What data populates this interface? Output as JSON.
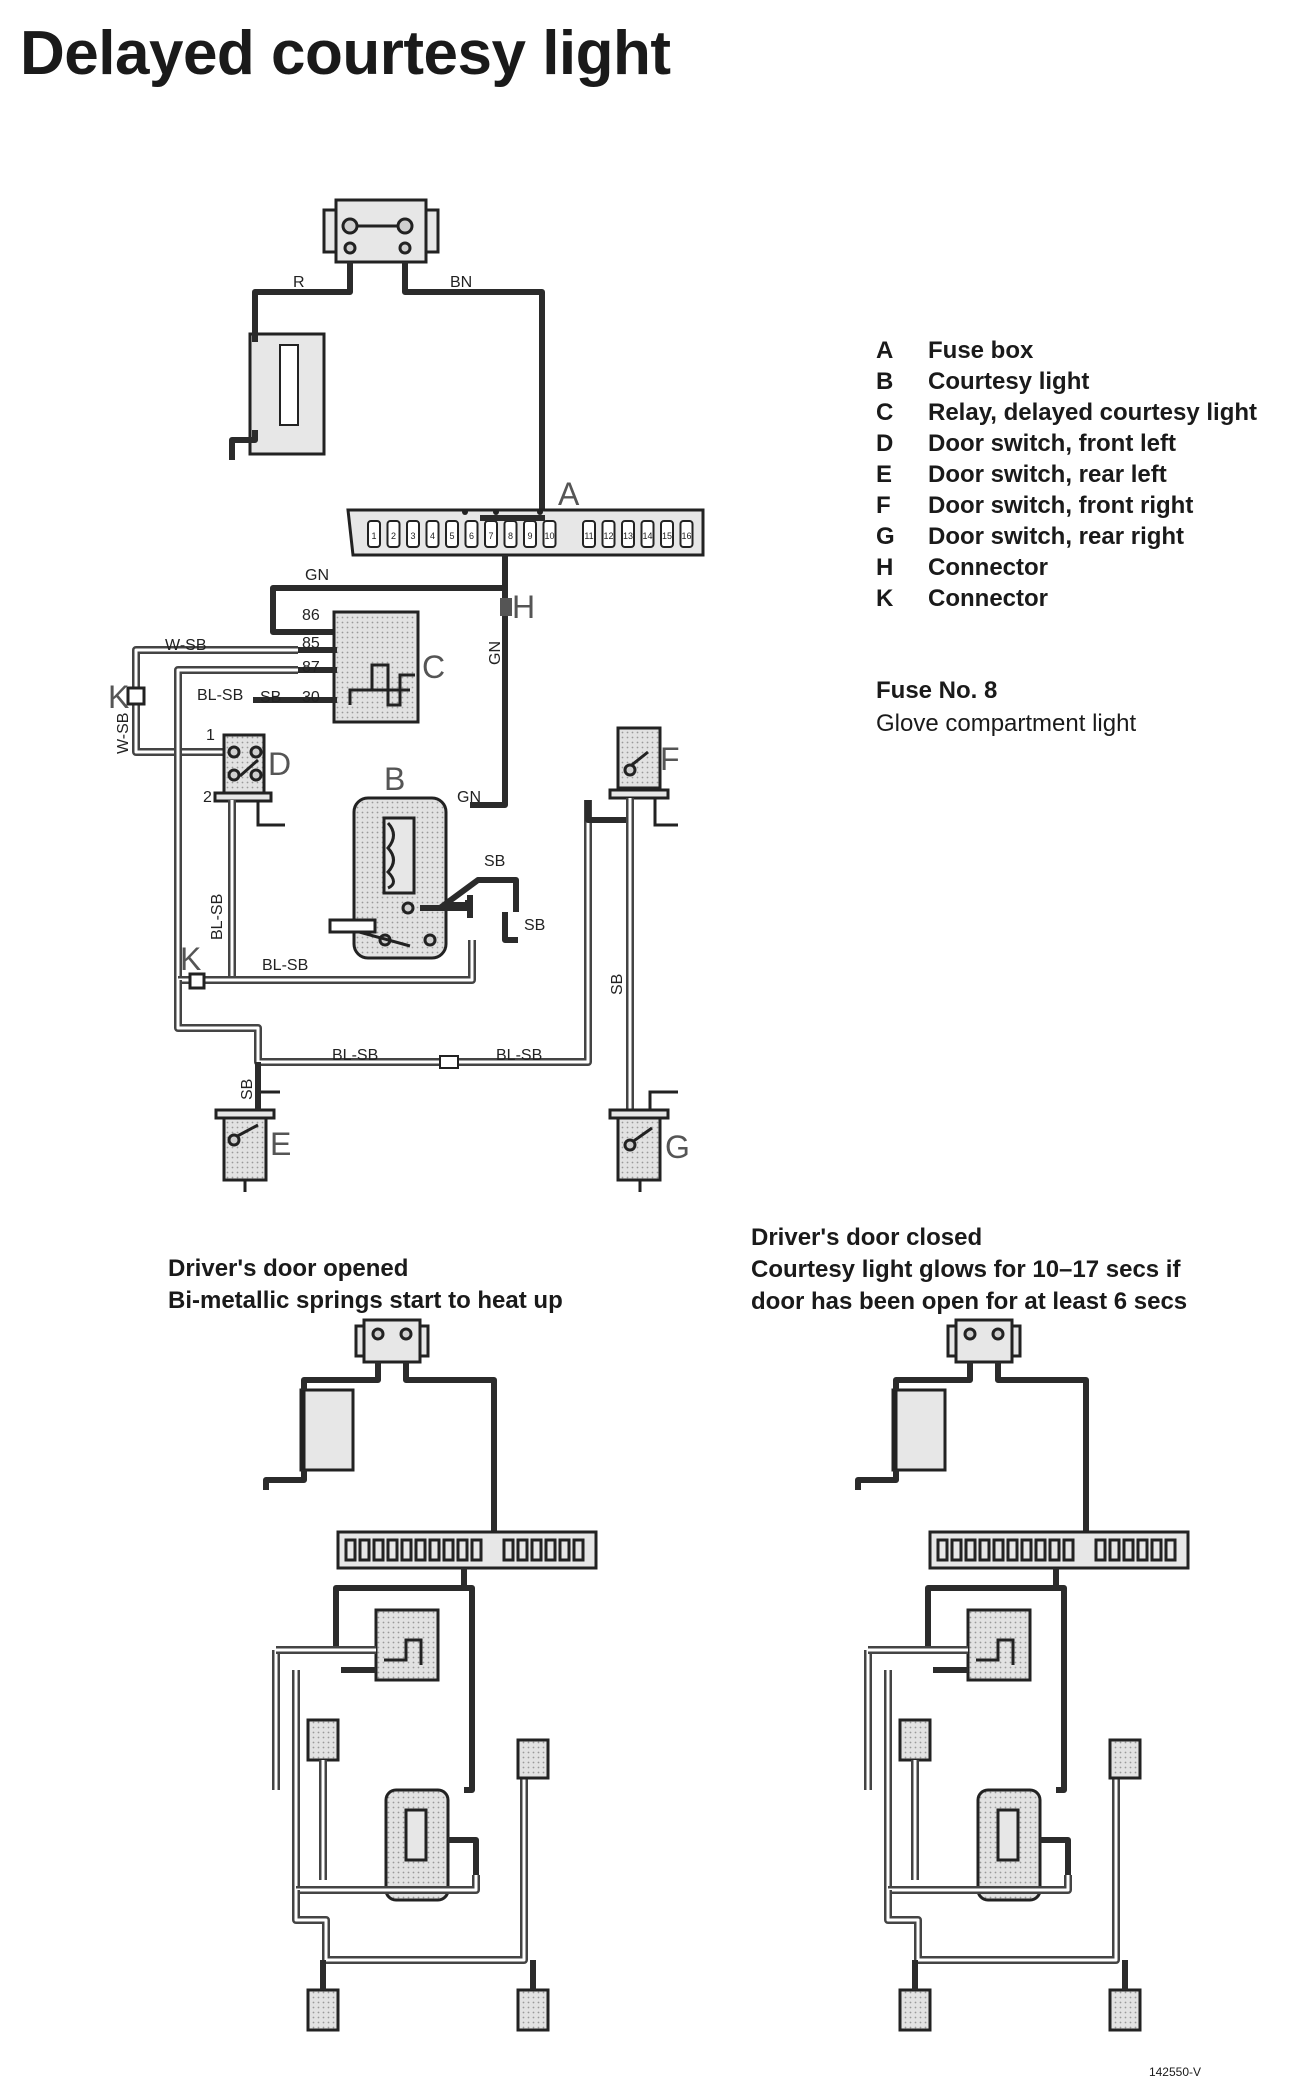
{
  "title": "Delayed courtesy light",
  "legend": [
    {
      "key": "A",
      "label": "Fuse box"
    },
    {
      "key": "B",
      "label": "Courtesy light"
    },
    {
      "key": "C",
      "label": "Relay, delayed courtesy light"
    },
    {
      "key": "D",
      "label": "Door switch, front left"
    },
    {
      "key": "E",
      "label": "Door switch, rear left"
    },
    {
      "key": "F",
      "label": "Door switch, front right"
    },
    {
      "key": "G",
      "label": "Door switch, rear right"
    },
    {
      "key": "H",
      "label": "Connector"
    },
    {
      "key": "K",
      "label": "Connector"
    }
  ],
  "fuse_note": {
    "line1": "Fuse No. 8",
    "line2": "Glove compartment light"
  },
  "captions": {
    "opened": {
      "line1": "Driver's door opened",
      "line2": "Bi-metallic springs start to heat up"
    },
    "closed": {
      "line1": "Driver's door closed",
      "line2": "Courtesy light glows for 10–17 secs if",
      "line3": "door has been open for at least 6 secs"
    }
  },
  "component_letters": {
    "A": "A",
    "B": "B",
    "C": "C",
    "D": "D",
    "E": "E",
    "F": "F",
    "G": "G",
    "H": "H",
    "K1": "K",
    "K2": "K"
  },
  "wire_labels": {
    "r": "R",
    "bn": "BN",
    "gn_top": "GN",
    "gn_right": "GN",
    "gn_lamp": "GN",
    "w_sb": "W-SB",
    "w_sb_vert": "W-SB",
    "bl_sb_relay": "BL-SB",
    "sb_relay": "SB",
    "bl_sb_vert": "BL-SB",
    "bl_sb_mid": "BL-SB",
    "bl_sb_bot1": "BL-SB",
    "bl_sb_bot2": "BL-SB",
    "sb_lamp1": "SB",
    "sb_lamp2": "SB",
    "sb_f": "SB",
    "sb_e": "SB"
  },
  "relay_pins": {
    "p86": "86",
    "p85": "85",
    "p87": "87",
    "p30": "30"
  },
  "switch_pins": {
    "d1": "1",
    "d2": "2"
  },
  "fuse_numbers": [
    "1",
    "2",
    "3",
    "4",
    "5",
    "6",
    "7",
    "8",
    "9",
    "10",
    "11",
    "12",
    "13",
    "14",
    "15",
    "16"
  ],
  "ref_number": "142550-V"
}
